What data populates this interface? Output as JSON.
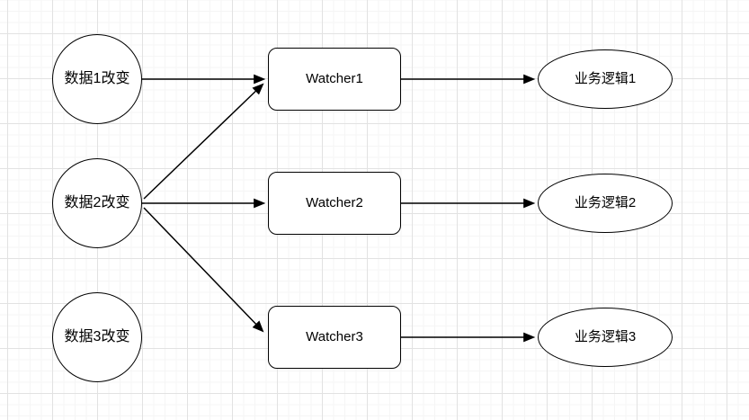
{
  "diagram": {
    "title": "observer-watcher-flow",
    "sources": [
      {
        "label": "数据1改变"
      },
      {
        "label": "数据2改变"
      },
      {
        "label": "数据3改变"
      }
    ],
    "watchers": [
      {
        "label": "Watcher1"
      },
      {
        "label": "Watcher2"
      },
      {
        "label": "Watcher3"
      }
    ],
    "logic": [
      {
        "label": "业务逻辑1"
      },
      {
        "label": "业务逻辑2"
      },
      {
        "label": "业务逻辑3"
      }
    ],
    "edges": [
      {
        "from": "数据1改变",
        "to": "Watcher1"
      },
      {
        "from": "数据2改变",
        "to": "Watcher1"
      },
      {
        "from": "数据2改变",
        "to": "Watcher2"
      },
      {
        "from": "数据2改变",
        "to": "Watcher3"
      },
      {
        "from": "Watcher1",
        "to": "业务逻辑1"
      },
      {
        "from": "Watcher2",
        "to": "业务逻辑2"
      },
      {
        "from": "Watcher3",
        "to": "业务逻辑3"
      }
    ],
    "colors": {
      "stroke": "#000000",
      "node_fill": "#ffffff",
      "background": "#ffffff",
      "grid_minor": "#f5f5f5",
      "grid_major": "#e2e2e2"
    }
  }
}
